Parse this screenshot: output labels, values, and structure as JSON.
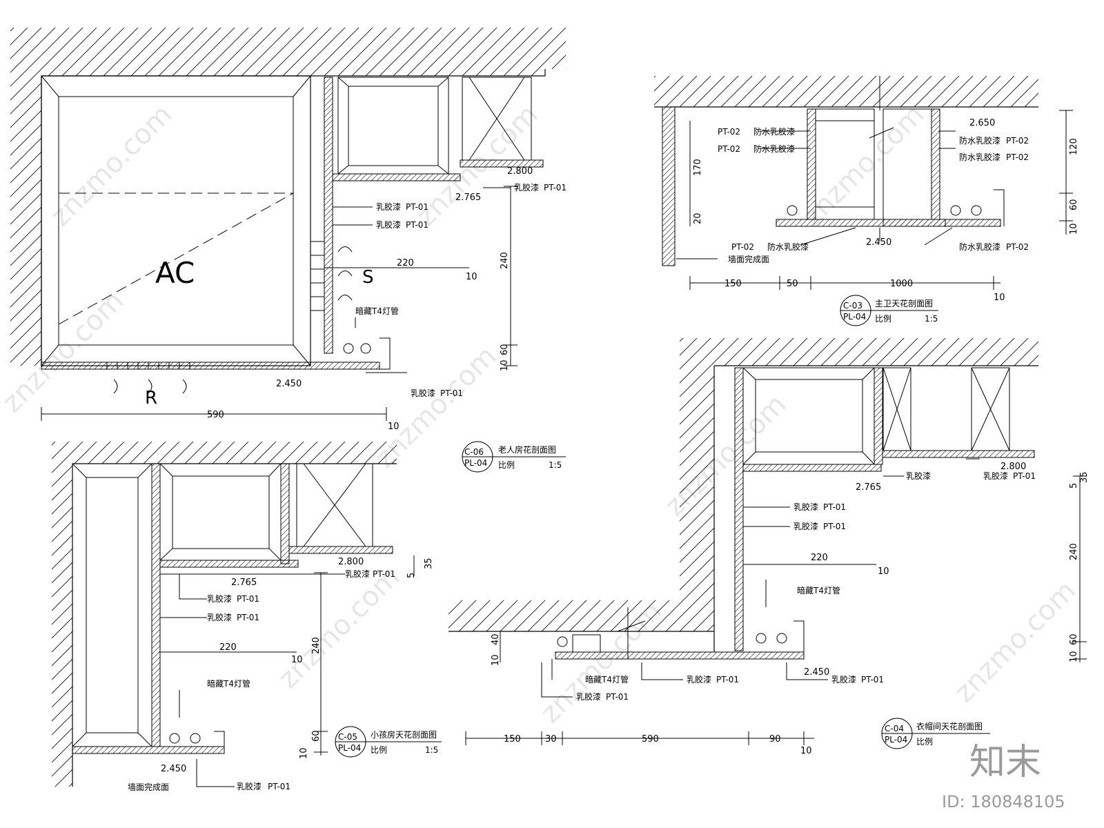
{
  "brand": {
    "logo": "知末",
    "id": "ID: 180848105",
    "watermark": "znzmo.com"
  },
  "detail_c06": {
    "ac": "AC",
    "s": "S",
    "r": "R",
    "levels": [
      "2.800",
      "2.765",
      "2.450"
    ],
    "paint": [
      "乳胶漆",
      "乳胶漆",
      "乳胶漆",
      "乳胶漆"
    ],
    "codes": [
      "PT-01",
      "PT-01",
      "PT-01",
      "PT-01"
    ],
    "lamp": "暗藏T4灯管",
    "dims": [
      "220",
      "10",
      "240",
      "60",
      "10",
      "590",
      "10"
    ],
    "tag_code": "C-06",
    "tag_sheet": "PL-04",
    "title": "老人房花剖面图",
    "scale_label": "比例",
    "scale": "1:5"
  },
  "detail_c03": {
    "levels": [
      "2.650",
      "2.450"
    ],
    "paint": [
      "防水乳胶漆",
      "防水乳胶漆",
      "防水乳胶漆",
      "防水乳胶漆",
      "防水乳胶漆",
      "防水乳胶漆"
    ],
    "codes": [
      "PT-02",
      "PT-02",
      "PT-02",
      "PT-02",
      "PT-02",
      "PT-02"
    ],
    "wall": "墙面完成面",
    "dims": [
      "170",
      "20",
      "120",
      "60",
      "10",
      "150",
      "50",
      "1000",
      "10"
    ],
    "tag_code": "C-03",
    "tag_sheet": "PL-04",
    "title": "主卫天花剖面图",
    "scale_label": "比例",
    "scale": "1:5"
  },
  "detail_c05": {
    "levels": [
      "2.800",
      "2.765",
      "2.450"
    ],
    "paint": [
      "乳胶漆",
      "乳胶漆",
      "乳胶漆",
      "乳胶漆"
    ],
    "codes": [
      "PT-01",
      "PT-01",
      "PT-01",
      "PT-01"
    ],
    "lamp": "暗藏T4灯管",
    "wall": "墙面完成面",
    "dims": [
      "35",
      "5",
      "220",
      "10",
      "240",
      "60",
      "10"
    ],
    "tag_code": "C-05",
    "tag_sheet": "PL-04",
    "title": "小孩房天花剖面图",
    "scale_label": "比例",
    "scale": "1:5"
  },
  "detail_c04": {
    "levels": [
      "2.800",
      "2.765",
      "2.450"
    ],
    "paint": [
      "乳胶漆",
      "乳胶漆",
      "乳胶漆",
      "乳胶漆",
      "乳胶漆",
      "乳胶漆"
    ],
    "codes": [
      "PT-01",
      "PT-01",
      "PT-01",
      "PT-01",
      "PT-01",
      "PT-01"
    ],
    "lamp": "暗藏T4灯管",
    "dims": [
      "35",
      "5",
      "220",
      "10",
      "240",
      "60",
      "10",
      "10",
      "40",
      "150",
      "30",
      "590",
      "90",
      "10"
    ],
    "tag_code": "C-04",
    "tag_sheet": "PL-04",
    "title": "衣帽间天花剖面图",
    "scale_label": "比例"
  }
}
